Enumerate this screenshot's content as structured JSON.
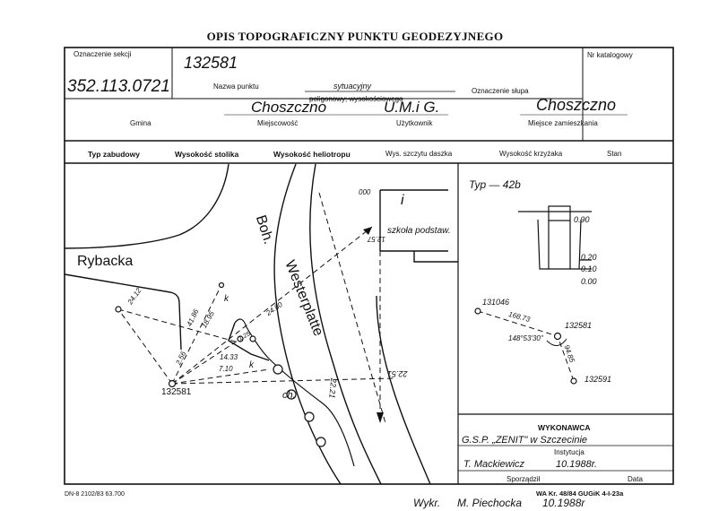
{
  "title": "OPIS TOPOGRAFICZNY PUNKTU GEODEZYJNEGO",
  "header": {
    "section_label": "Oznaczenie sekcji",
    "section_value": "352.113.0721",
    "point_number": "132581",
    "catalog_label": "Nr katalogowy",
    "point_name_label": "Nazwa punktu",
    "point_type_value": "sytuacyjny",
    "point_type_options": "poligonowy; wysokościowego",
    "pillar_label": "Oznaczenie słupa",
    "municipality_value": "Choszczno",
    "user_value": "U.M.i G.",
    "residence_value": "Choszczno",
    "municipality_label": "Gmina",
    "locality_label": "Miejscowość",
    "user_label": "Użytkownik",
    "residence_label": "Miejsce zamieszkania"
  },
  "columns": [
    "Typ zabudowy",
    "Wysokość stolika",
    "Wysokość heliotropu",
    "Wys. szczytu daszka",
    "Wysokość krzyżaka",
    "Stan"
  ],
  "sketch": {
    "street_1": "Rybacka",
    "street_2a": "Boh.",
    "street_2b": "Westerplatte",
    "building": "szkoła podstaw.",
    "building_mark": "i",
    "point": "132581",
    "ch": "ch.",
    "k1": "k",
    "k2": "k",
    "m_0": "000",
    "m_1": "12.57",
    "m_2": "22.51",
    "m_3": "22.21",
    "m_4": "24.80",
    "m_5": "41.86",
    "m_6": "18.95",
    "m_7": "14.33",
    "m_8": "7.10",
    "m_9": "2.56",
    "m_10": "24.12",
    "m_11": "1.25"
  },
  "type_panel": {
    "type": "Typ — 42b",
    "h1": "0.90",
    "h2": "0.20",
    "h3": "0.10",
    "h4": "0.00"
  },
  "network": {
    "p1": "131046",
    "p2": "132581",
    "p3": "132591",
    "d1": "168.73",
    "ang": "148°53'30\"",
    "d2": "94.85"
  },
  "footer": {
    "contractor_title": "WYKONAWCA",
    "institution_value": "G.S.P. „ZENIT\" w Szczecinie",
    "institution_label": "Instytucja",
    "author_value": "T. Mackiewicz",
    "date_value": "10.1988r.",
    "author_label": "Sporządził",
    "date_label": "Data",
    "form_code": "DN-8 2102/83 63.700",
    "print_code": "WA Kr. 48/84 GUGiK 4-I-23a",
    "executed_label": "Wykr.",
    "executed_by": "M. Piechocka",
    "executed_date": "10.1988r"
  }
}
